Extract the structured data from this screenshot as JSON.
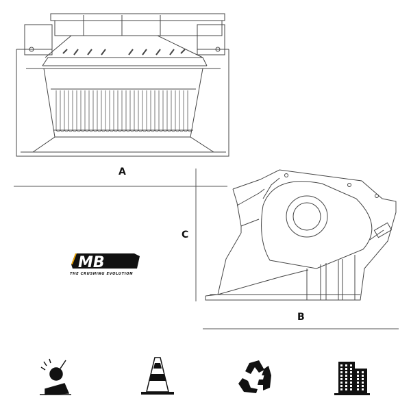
{
  "dimensions": {
    "a_label": "A",
    "b_label": "B",
    "c_label": "C"
  },
  "logo": {
    "letters": "MB",
    "tagline": "THE CRUSHING EVOLUTION",
    "accent": "#f0a500"
  },
  "icons": [
    {
      "name": "demolition-icon"
    },
    {
      "name": "road-cone-icon"
    },
    {
      "name": "recycling-icon"
    },
    {
      "name": "building-icon"
    }
  ]
}
